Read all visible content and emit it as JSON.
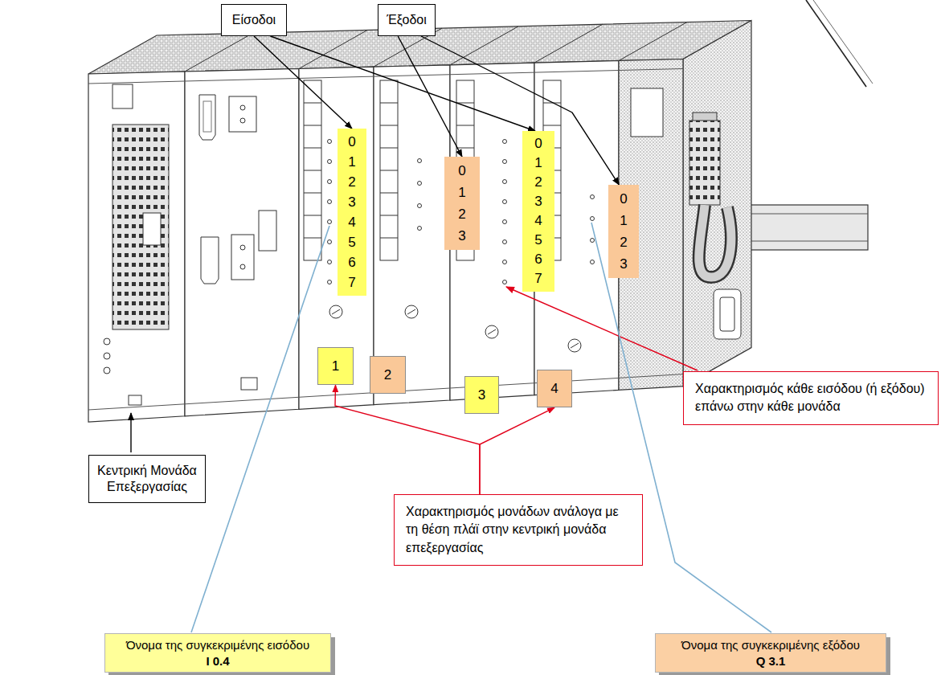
{
  "diagram": {
    "nodes": [
      {
        "text": [
          "Είσοδοι"
        ]
      },
      {
        "text": [
          "Έξοδοι"
        ]
      },
      {
        "text": [
          "0 1 2 3 4 5 6 7"
        ]
      },
      {
        "text": [
          "0 1 2 3"
        ]
      },
      {
        "text": [
          "0 1 2 3 4 5 6 7"
        ]
      },
      {
        "text": [
          "0 1 2 3"
        ]
      },
      {
        "text": [
          "1"
        ]
      },
      {
        "text": [
          "2"
        ]
      },
      {
        "text": [
          "3"
        ]
      },
      {
        "text": [
          "4"
        ]
      },
      {
        "text": [
          "Κεντρική Μονάδα Επεξεργασίας"
        ]
      },
      {
        "text": [
          "Χαρακτηρισμός κάθε εισόδου (ή εξόδου) επάνω στην κάθε μονάδα"
        ]
      },
      {
        "text": [
          "Χαρακτηρισμός μονάδων ανάλογα με τη θέση πλάϊ στην κεντρική μονάδα επεξεργασίας"
        ]
      },
      {
        "text": [
          "Όνομα της συγκεκριμένης εισόδου",
          "I 0.4"
        ]
      },
      {
        "text": [
          "Όνομα της συγκεκριμένης εξόδου",
          "Q 3.1"
        ]
      }
    ],
    "edges": [
      {
        "from": 0,
        "to": 2,
        "arrow": "to"
      },
      {
        "from": 0,
        "to": 4,
        "arrow": "to"
      },
      {
        "from": 1,
        "to": 3,
        "arrow": "to"
      },
      {
        "from": 1,
        "to": 5,
        "arrow": "to"
      },
      {
        "from": 12,
        "to": 6,
        "arrow": "to"
      },
      {
        "from": 12,
        "to": 9,
        "arrow": "to"
      }
    ]
  }
}
